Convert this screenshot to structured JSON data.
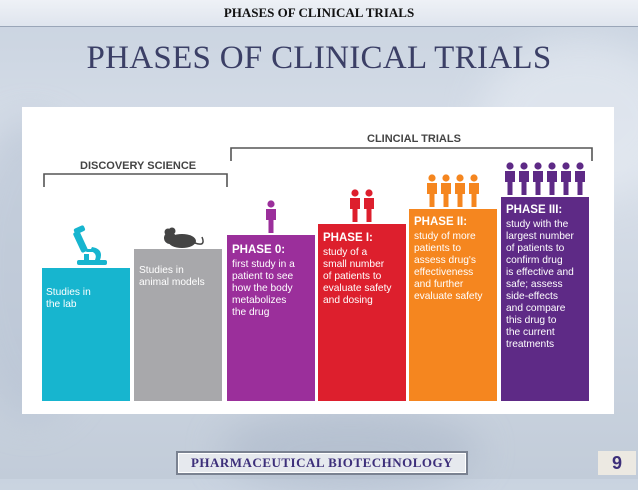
{
  "header": {
    "text": "PHASES OF CLINICAL TRIALS"
  },
  "title": "PHASES OF CLINICAL TRIALS",
  "diagram": {
    "discovery_label": "DISCOVERY SCIENCE",
    "clinical_label": "CLINCIAL TRIALS",
    "steps": [
      {
        "lines": [
          "Studies in",
          "the lab"
        ],
        "color": "#17b5cf",
        "icon": "microscope-icon"
      },
      {
        "lines": [
          "Studies in",
          "animal models"
        ],
        "color": "#a8a8ab",
        "icon": "mouse-icon"
      },
      {
        "title": "PHASE 0:",
        "lines": [
          "first study in a",
          "patient to see",
          "how the body",
          "metabolizes",
          "the drug"
        ],
        "color": "#9b2f9b",
        "icon": "person-icon",
        "people": 1
      },
      {
        "title": "PHASE I:",
        "lines": [
          "study of a",
          "small number",
          "of patients to",
          "evaluate safety",
          "and dosing"
        ],
        "color": "#dd1f2d",
        "icon": "people-icon",
        "people": 2
      },
      {
        "title": "PHASE II:",
        "lines": [
          "study of more",
          "patients to",
          "assess drug's",
          "effectiveness",
          "and further",
          "evaluate safety"
        ],
        "color": "#f5861f",
        "icon": "people-icon",
        "people": 4
      },
      {
        "title": "PHASE III:",
        "lines": [
          "study with the",
          "largest number",
          "of patients to",
          "confirm drug",
          "is effective and",
          "safe; assess",
          "side-effects",
          "and compare",
          "this drug to",
          "the current",
          "treatments"
        ],
        "color": "#5e2a86",
        "icon": "people-icon",
        "people": 6
      }
    ]
  },
  "footer": {
    "label": "PHARMACEUTICAL BIOTECHNOLOGY",
    "page": "9"
  }
}
